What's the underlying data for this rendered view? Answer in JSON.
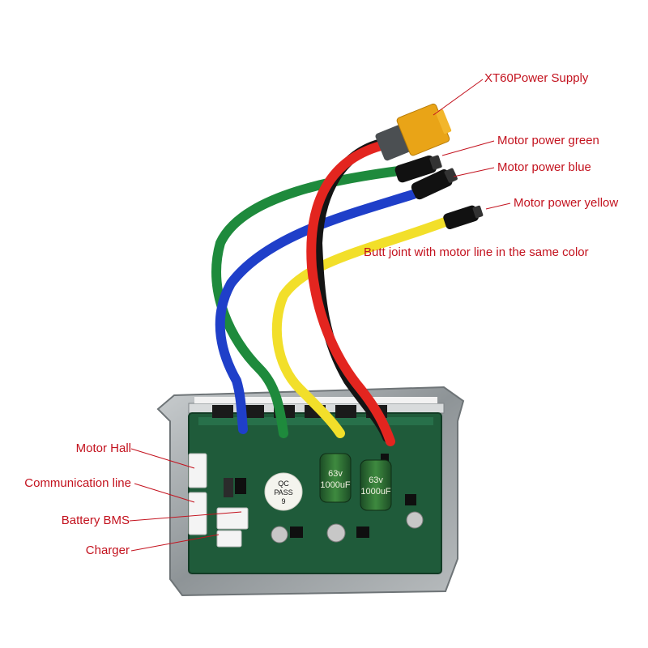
{
  "labels": {
    "xt60": "XT60Power Supply",
    "green": "Motor power green",
    "blue": "Motor power blue",
    "yellow": "Motor power yellow",
    "butt": "Butt joint with motor line in the same color",
    "hall": "Motor Hall",
    "comm": "Communication line",
    "bms": "Battery BMS",
    "charger": "Charger"
  },
  "board_text": {
    "qc1": "QC",
    "qc2": "PASS",
    "qc3": "9",
    "cap1": "63v",
    "cap2": "1000uF",
    "cap3": "63v",
    "cap4": "1000uF"
  },
  "colors": {
    "label": "#c3121e",
    "pcb": "#1f5b3a",
    "housing": "#9aa0a3",
    "wire_red": "#e3251f",
    "wire_black": "#141414",
    "wire_green": "#1e8a3c",
    "wire_blue": "#1f3fc9",
    "wire_yellow": "#f2df2a",
    "xt60": "#e9a417"
  }
}
